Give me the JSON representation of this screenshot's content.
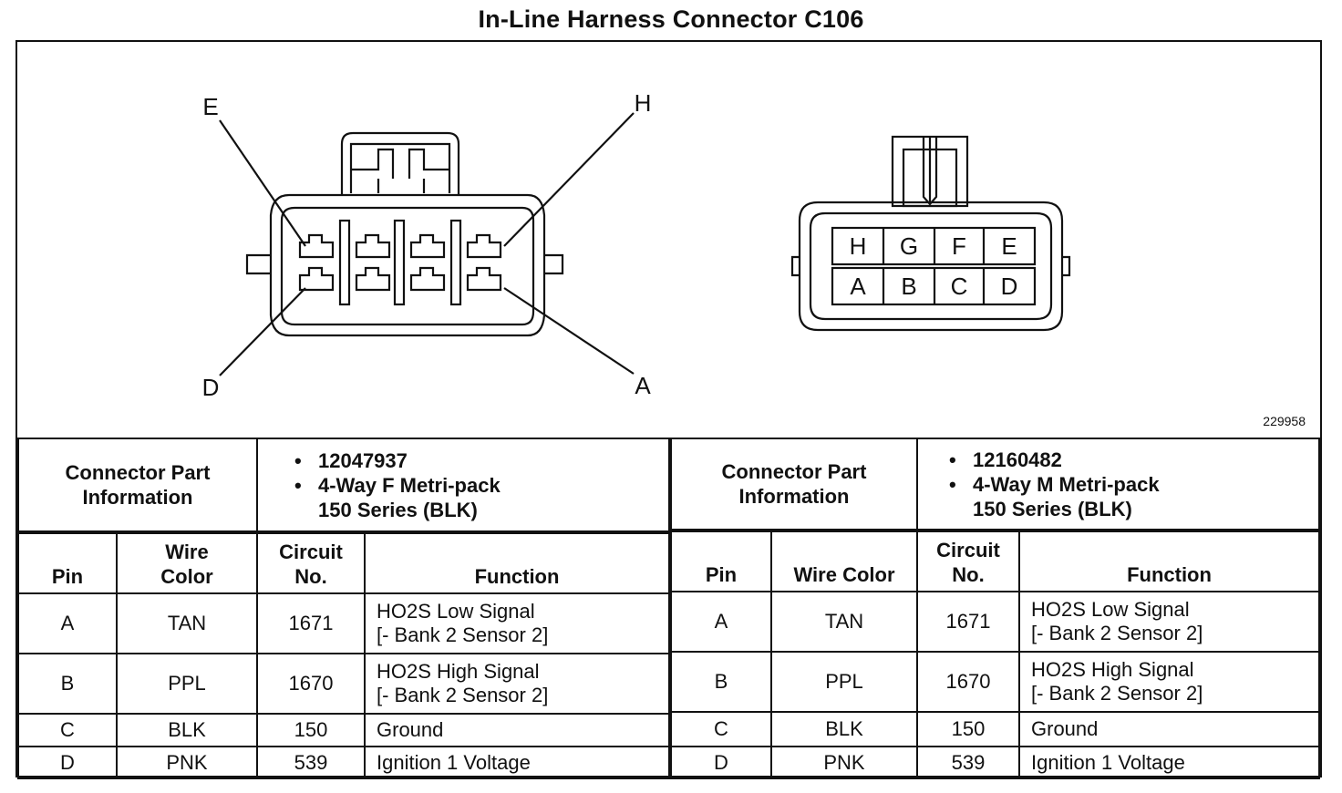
{
  "title": "In-Line Harness Connector C106",
  "figure_id": "229958",
  "female_connector": {
    "callouts": [
      "E",
      "H",
      "D",
      "A"
    ]
  },
  "male_connector": {
    "top_row": [
      "H",
      "G",
      "F",
      "E"
    ],
    "bottom_row": [
      "A",
      "B",
      "C",
      "D"
    ]
  },
  "left": {
    "info_label": [
      "Connector Part",
      "Information"
    ],
    "part_number": "12047937",
    "description": [
      "4-Way F Metri-pack",
      "150 Series (BLK)"
    ],
    "headers": {
      "pin": "Pin",
      "wire_color": [
        "Wire",
        "Color"
      ],
      "circuit": [
        "Circuit",
        "No."
      ],
      "function": "Function"
    },
    "rows": [
      {
        "pin": "A",
        "color": "TAN",
        "circuit": "1671",
        "function": [
          "HO2S Low Signal",
          "[- Bank 2 Sensor 2]"
        ]
      },
      {
        "pin": "B",
        "color": "PPL",
        "circuit": "1670",
        "function": [
          "HO2S High Signal",
          "[- Bank 2 Sensor 2]"
        ]
      },
      {
        "pin": "C",
        "color": "BLK",
        "circuit": "150",
        "function": [
          "Ground"
        ]
      },
      {
        "pin": "D",
        "color": "PNK",
        "circuit": "539",
        "function": [
          "Ignition 1 Voltage"
        ]
      }
    ]
  },
  "right": {
    "info_label": [
      "Connector Part",
      "Information"
    ],
    "part_number": "12160482",
    "description": [
      "4-Way M Metri-pack",
      "150 Series (BLK)"
    ],
    "headers": {
      "pin": "Pin",
      "wire_color": "Wire Color",
      "circuit": [
        "Circuit",
        "No."
      ],
      "function": "Function"
    },
    "rows": [
      {
        "pin": "A",
        "color": "TAN",
        "circuit": "1671",
        "function": [
          "HO2S Low Signal",
          "[- Bank 2 Sensor 2]"
        ]
      },
      {
        "pin": "B",
        "color": "PPL",
        "circuit": "1670",
        "function": [
          "HO2S High Signal",
          "[- Bank 2 Sensor 2]"
        ]
      },
      {
        "pin": "C",
        "color": "BLK",
        "circuit": "150",
        "function": [
          "Ground"
        ]
      },
      {
        "pin": "D",
        "color": "PNK",
        "circuit": "539",
        "function": [
          "Ignition 1 Voltage"
        ]
      }
    ]
  }
}
